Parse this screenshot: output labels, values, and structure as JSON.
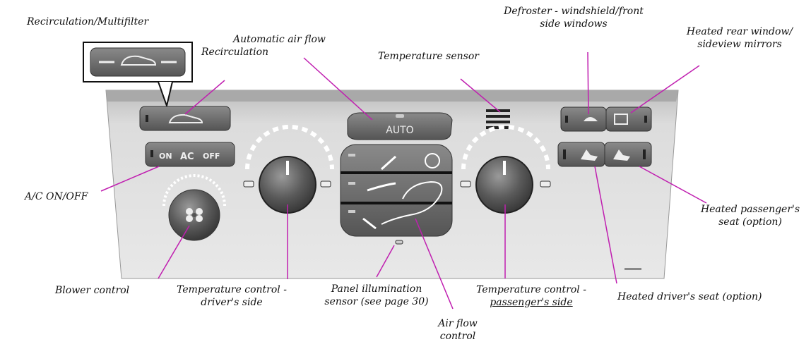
{
  "labels": {
    "recirc_multifilter": "Recirculation/Multifilter",
    "automatic_air_flow": "Automatic air flow",
    "recirculation": "Recirculation",
    "temperature_sensor": "Temperature sensor",
    "defroster_line1": "Defroster - windshield/front",
    "defroster_line2": "side windows",
    "heated_rear_line1": "Heated rear window/",
    "heated_rear_line2": "sideview mirrors",
    "ac_on_off": "A/C ON/OFF",
    "heated_passenger_line1": "Heated passenger's",
    "heated_passenger_line2": "seat (option)",
    "blower_control": "Blower control",
    "temp_driver_line1": "Temperature control -",
    "temp_driver_line2": "driver's side",
    "panel_illum_line1": "Panel illumination",
    "panel_illum_line2": "sensor (see page 30)",
    "temp_passenger_line1": "Temperature control -",
    "temp_passenger_line2": "passenger's side",
    "heated_driver": "Heated driver's seat (option)",
    "air_flow_line1": "Air flow",
    "air_flow_line2": "control"
  },
  "panel": {
    "auto_button": "AUTO",
    "ac_on": "ON",
    "ac_label": "AC",
    "ac_off": "OFF"
  },
  "colors": {
    "leader_lines": "#c01fb0",
    "panel": "#d6d6d6",
    "button": "#6a6a6a",
    "knob": "#555555"
  }
}
